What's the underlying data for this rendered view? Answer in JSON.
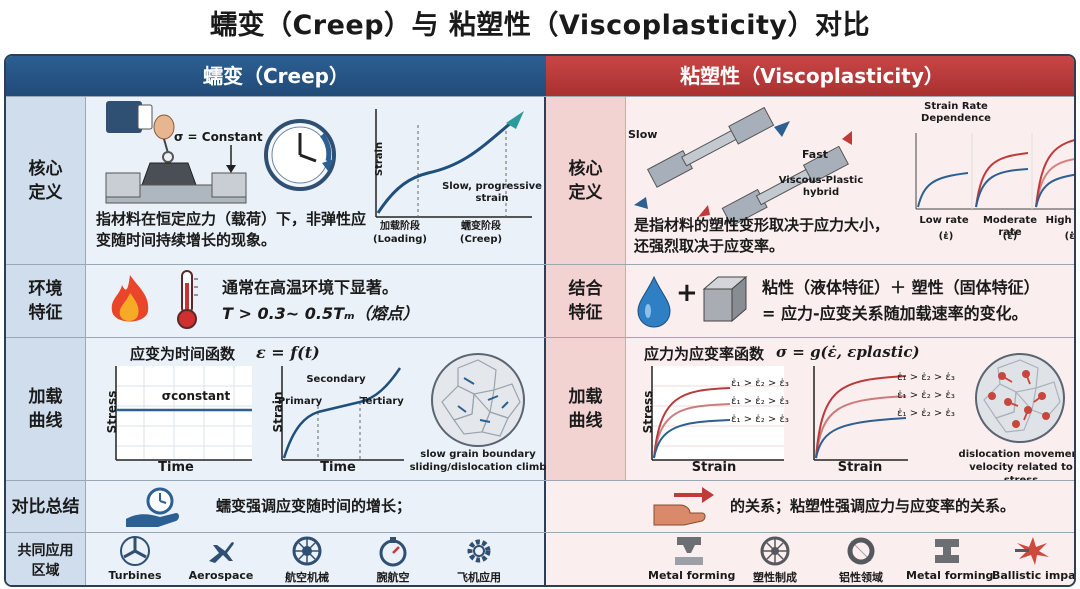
{
  "title": "蠕变（Creep）与 粘塑性（Viscoplasticity）对比",
  "left_header": "蠕变（Creep）",
  "right_header": "粘塑性（Viscoplasticity）",
  "colors": {
    "creep_blue": "#2c5f92",
    "visco_red": "#b83a3a",
    "left_bg": "#eaf1f8",
    "right_bg": "#fbeeee"
  },
  "row1": {
    "label": "核心定义",
    "creep": {
      "sigma_label": "σ = Constant",
      "axis_y": "Strain",
      "slow_progressive": "Slow, progressive strain",
      "loading_stage": "加载阶段",
      "loading_stage_en": "(Loading)",
      "creep_stage": "蠕变阶段",
      "creep_stage_en": "(Creep)",
      "definition": "指材料在恒定应力（载荷）下，非弹性应变随时间持续增长的现象。"
    },
    "visco": {
      "slow": "Slow",
      "fast": "Fast",
      "hybrid": "Viscous-Plastic hybrid",
      "strain_rate_dependence": "Strain Rate Dependence",
      "low_rate": "Low rate",
      "moderate_rate": "Moderate rate",
      "high_rate": "High rate",
      "rate_symbol": "(ε̇)",
      "definition": "是指材料的塑性变形取决于应力大小，还强烈取决于应变率。"
    }
  },
  "row2": {
    "label_left": "环境特征",
    "label_right": "结合特征",
    "creep_line1": "通常在高温环境下显著。",
    "creep_formula": "T > 0.3~ 0.5Tₘ（熔点）",
    "visco_line1": "粘性（液体特征）＋ 塑性（固体特征）",
    "visco_line2": "= 应力-应变关系随加载速率的变化。"
  },
  "row3": {
    "label": "加载曲线",
    "creep": {
      "heading": "应变为时间函数",
      "formula": "ε = f(t)",
      "sigma_constant": "σconstant",
      "axis_stress": "Stress",
      "axis_time": "Time",
      "axis_strain": "Strain",
      "primary": "Primary",
      "secondary": "Secondary",
      "tertiary": "Tertiary",
      "micro_caption": "slow grain boundary sliding/dislocation climb"
    },
    "visco": {
      "heading": "应力为应变率函数",
      "formula": "σ = g(ε̇, εplastic)",
      "rate_order": "ε̇₁ > ε̇₂ > ε̇₃",
      "axis_stress": "Stress",
      "axis_strain": "Strain",
      "micro_caption": "dislocation movement velocity related to stress"
    }
  },
  "row4": {
    "label": "对比总结",
    "creep_text": "蠕变强调应变随时间的增长；",
    "visco_text": "的关系；粘塑性强调应力与应变率的关系。"
  },
  "row5": {
    "label": "共同应用区域",
    "creep_apps": [
      "Turbines",
      "Aerospace",
      "航空机械",
      "腕航空",
      "飞机应用"
    ],
    "visco_apps": [
      "Metal forming",
      "塑性制成",
      "铝性领域",
      "Metal forming",
      "Ballistic impact"
    ]
  }
}
